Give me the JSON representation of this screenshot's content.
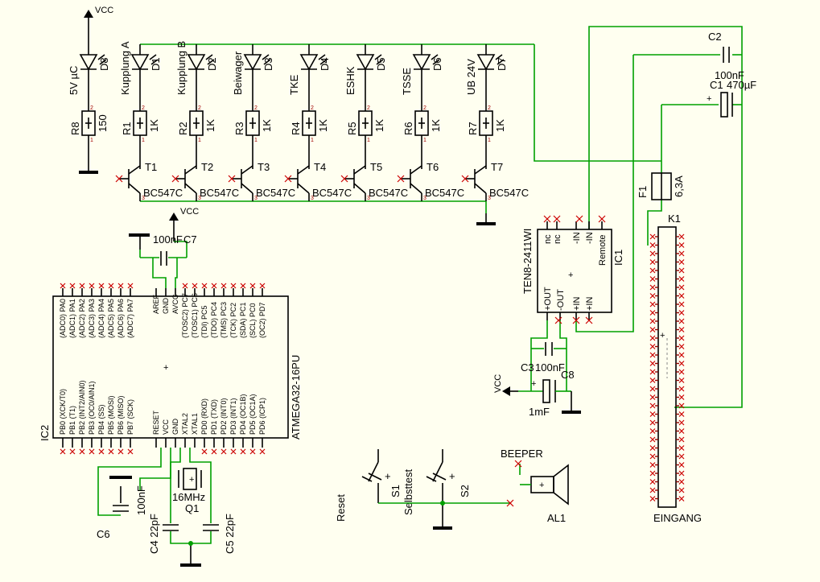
{
  "power": {
    "vcc_top": "VCC",
    "vcc_mid": "VCC",
    "vcc_left": "VCC"
  },
  "leds": [
    {
      "ref": "D8",
      "label": "5V µC"
    },
    {
      "ref": "D1",
      "label": "Kupplung A"
    },
    {
      "ref": "D2",
      "label": "Kupplung B"
    },
    {
      "ref": "D3",
      "label": "Beiwager"
    },
    {
      "ref": "D4",
      "label": "TKE"
    },
    {
      "ref": "D5",
      "label": "ESHK"
    },
    {
      "ref": "D6",
      "label": "TSSE"
    },
    {
      "ref": "D7",
      "label": "UB 24V"
    }
  ],
  "resistors": [
    {
      "ref": "R8",
      "value": "150"
    },
    {
      "ref": "R1",
      "value": "1K"
    },
    {
      "ref": "R2",
      "value": "1K"
    },
    {
      "ref": "R3",
      "value": "1K"
    },
    {
      "ref": "R4",
      "value": "1K"
    },
    {
      "ref": "R5",
      "value": "1K"
    },
    {
      "ref": "R6",
      "value": "1K"
    },
    {
      "ref": "R7",
      "value": "1K"
    }
  ],
  "transistors": [
    {
      "ref": "T1",
      "type": "BC547C"
    },
    {
      "ref": "T2",
      "type": "BC547C"
    },
    {
      "ref": "T3",
      "type": "BC547C"
    },
    {
      "ref": "T4",
      "type": "BC547C"
    },
    {
      "ref": "T5",
      "type": "BC547C"
    },
    {
      "ref": "T6",
      "type": "BC547C"
    },
    {
      "ref": "T7",
      "type": "BC547C"
    }
  ],
  "caps": {
    "c2_ref": "C2",
    "c2_val": "100nF",
    "c1_ref": "C1",
    "c1_val": "470µF",
    "c7_ref": "C7",
    "c7_val": "100nF",
    "c3_ref": "C3",
    "c3_val": "100nF",
    "c8_ref": "C8",
    "c8_val": "1mF",
    "c4_ref": "C4",
    "c4_val": "22pF",
    "c5_ref": "C5",
    "c5_val": "22pF",
    "c6_ref": "C6",
    "c6_val": "100nF"
  },
  "fuse": {
    "ref": "F1",
    "value": "6,3A"
  },
  "ic1": {
    "ref": "IC1",
    "part": "TEN8-2411WI",
    "pins_top": [
      "nc",
      "nc",
      "-IN",
      "-IN",
      "Remote"
    ],
    "pins_bottom": [
      "+OUT",
      "-OUT",
      "+IN",
      "+IN"
    ]
  },
  "ic2": {
    "ref": "IC2",
    "part": "ATMEGA32-16PU",
    "top_pins": [
      "(ADC0) PA0",
      "(ADC1) PA1",
      "(ADC2) PA2",
      "(ADC3) PA3",
      "(ADC4) PA4",
      "(ADC5) PA5",
      "(ADC6) PA6",
      "(ADC7) PA7",
      "AREF",
      "GND",
      "AVCC",
      "(TOSC2) PC7",
      "(TOSC1) PC6",
      "(TDI) PC5",
      "(TDO) PC4",
      "(TMS) PC3",
      "(TCK) PC2",
      "(SDA) PC1",
      "(SCL) PC0",
      "(OC2) PD7"
    ],
    "bottom_pins": [
      "PB0 (XCK/T0)",
      "PB1 (T1)",
      "PB2 (INT2/AIN0)",
      "PB3 (OC0/AIN1)",
      "PB4 (SS)",
      "PB5 (MOSI)",
      "PB6 (MISO)",
      "PB7 (SCK)",
      "RESET",
      "VCC",
      "GND",
      "XTAL2",
      "XTAL1",
      "PD0 (RXD)",
      "PD1 (TXD)",
      "PD2 (INT0)",
      "PD3 (INT1)",
      "PD4 (OC1B)",
      "PD5 (OC1A)",
      "PD6 (ICP1)"
    ]
  },
  "crystal": {
    "ref": "Q1",
    "value": "16MHz"
  },
  "switches": {
    "s1_ref": "S1",
    "s1_label": "Selbsttest",
    "s2_ref": "S2",
    "reset_label": "Reset"
  },
  "beeper": {
    "ref": "AL1",
    "label": "BEEPER"
  },
  "connector": {
    "ref": "K1",
    "label": "EINGANG"
  }
}
